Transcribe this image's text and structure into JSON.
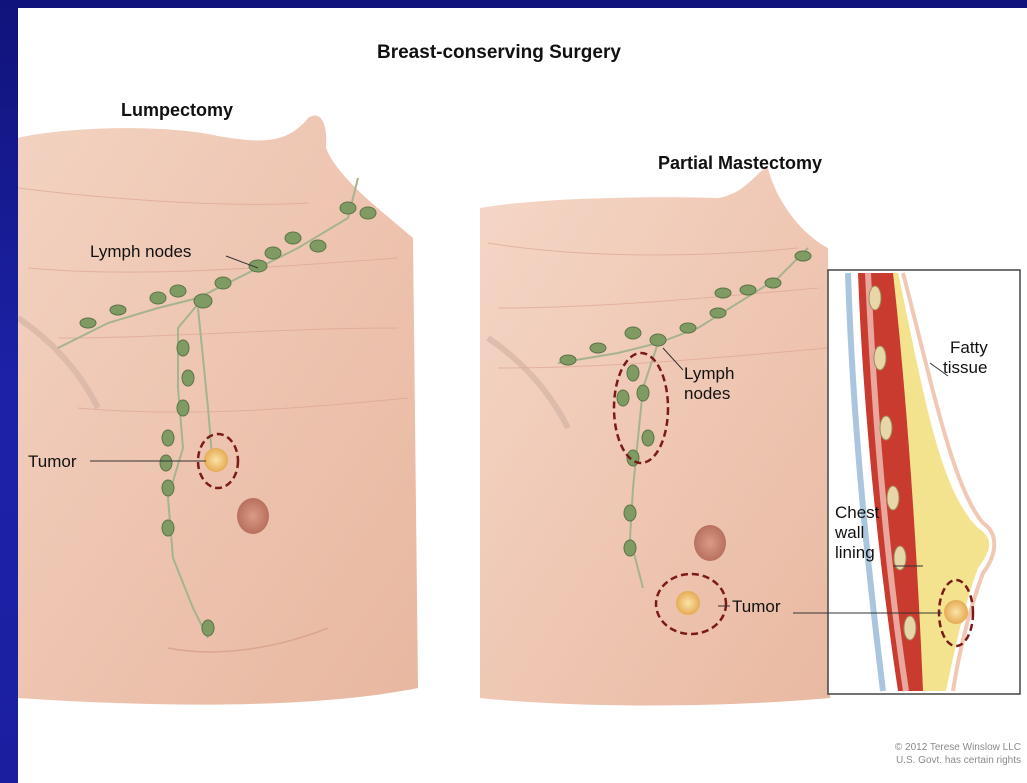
{
  "title": "Breast-conserving Surgery",
  "left_panel": {
    "heading": "Lumpectomy",
    "lymph_label": "Lymph nodes",
    "tumor_label": "Tumor"
  },
  "right_panel": {
    "heading": "Partial Mastectomy",
    "lymph_label_line1": "Lymph",
    "lymph_label_line2": "nodes",
    "tumor_label": "Tumor",
    "inset": {
      "fatty_line1": "Fatty",
      "fatty_line2": "tissue",
      "chest_line1": "Chest",
      "chest_line2": "wall",
      "chest_line3": "lining"
    }
  },
  "credit_line1": "© 2012 Terese Winslow LLC",
  "credit_line2": "U.S. Govt. has certain rights",
  "colors": {
    "background": "#1a1fa0",
    "skin": "#f0c8b3",
    "node": "#7f9a63",
    "tumor": "#f1c46a",
    "dashed_circle": "#7a1a1a"
  }
}
